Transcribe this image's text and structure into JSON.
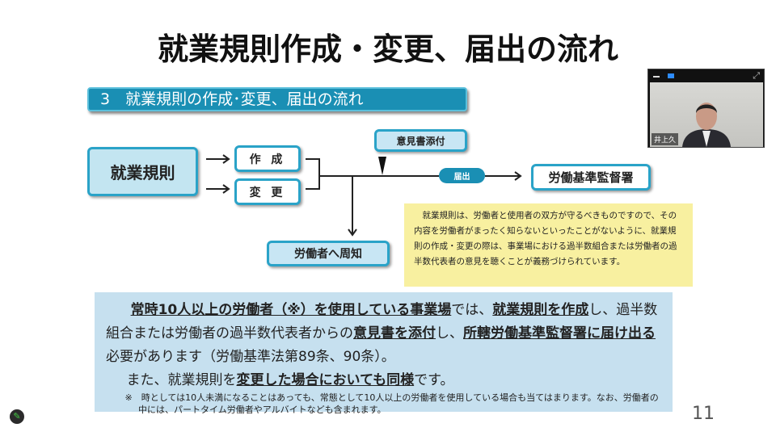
{
  "title": "就業規則作成・変更、届出の流れ",
  "section_header": "3　就業規則の作成･変更、届出の流れ",
  "diagram": {
    "rules": "就業規則",
    "create": "作 成",
    "change": "変 更",
    "opinion": "意見書添付",
    "submit": "届出",
    "office": "労働基準監督署",
    "notify": "労働者へ周知"
  },
  "yellow_note": "就業規則は、労働者と使用者の双方が守るべきものですので、その内容を労働者がまったく知らないといったことがないように、就業規則の作成・変更の際は、事業場における過半数組合または労働者の過半数代表者の意見を聴くことが義務づけられています。",
  "blue_box": {
    "s1": "常時10人以上の労働者（※）を使用している事業場",
    "s2": "では、",
    "s3": "就業規則を作成",
    "s4": "し、過半数組合または労働者の過半数代表者からの",
    "s5": "意見書を添付",
    "s6": "し、",
    "s7": "所轄労働基準監督署に届け出る",
    "s8": "必要があります（労働基準法第89条、90条）。",
    "t1": "また、就業規則を",
    "t2": "変更した場合においても同様",
    "t3": "です。",
    "note": "※　時としては10人未満になることはあっても、常態として10人以上の労働者を使用している場合も当てはまります。なお、労働者の中には、パートタイム労働者やアルバイトなども含まれます。"
  },
  "page_number": "11",
  "video": {
    "participant_name": "井上久"
  }
}
